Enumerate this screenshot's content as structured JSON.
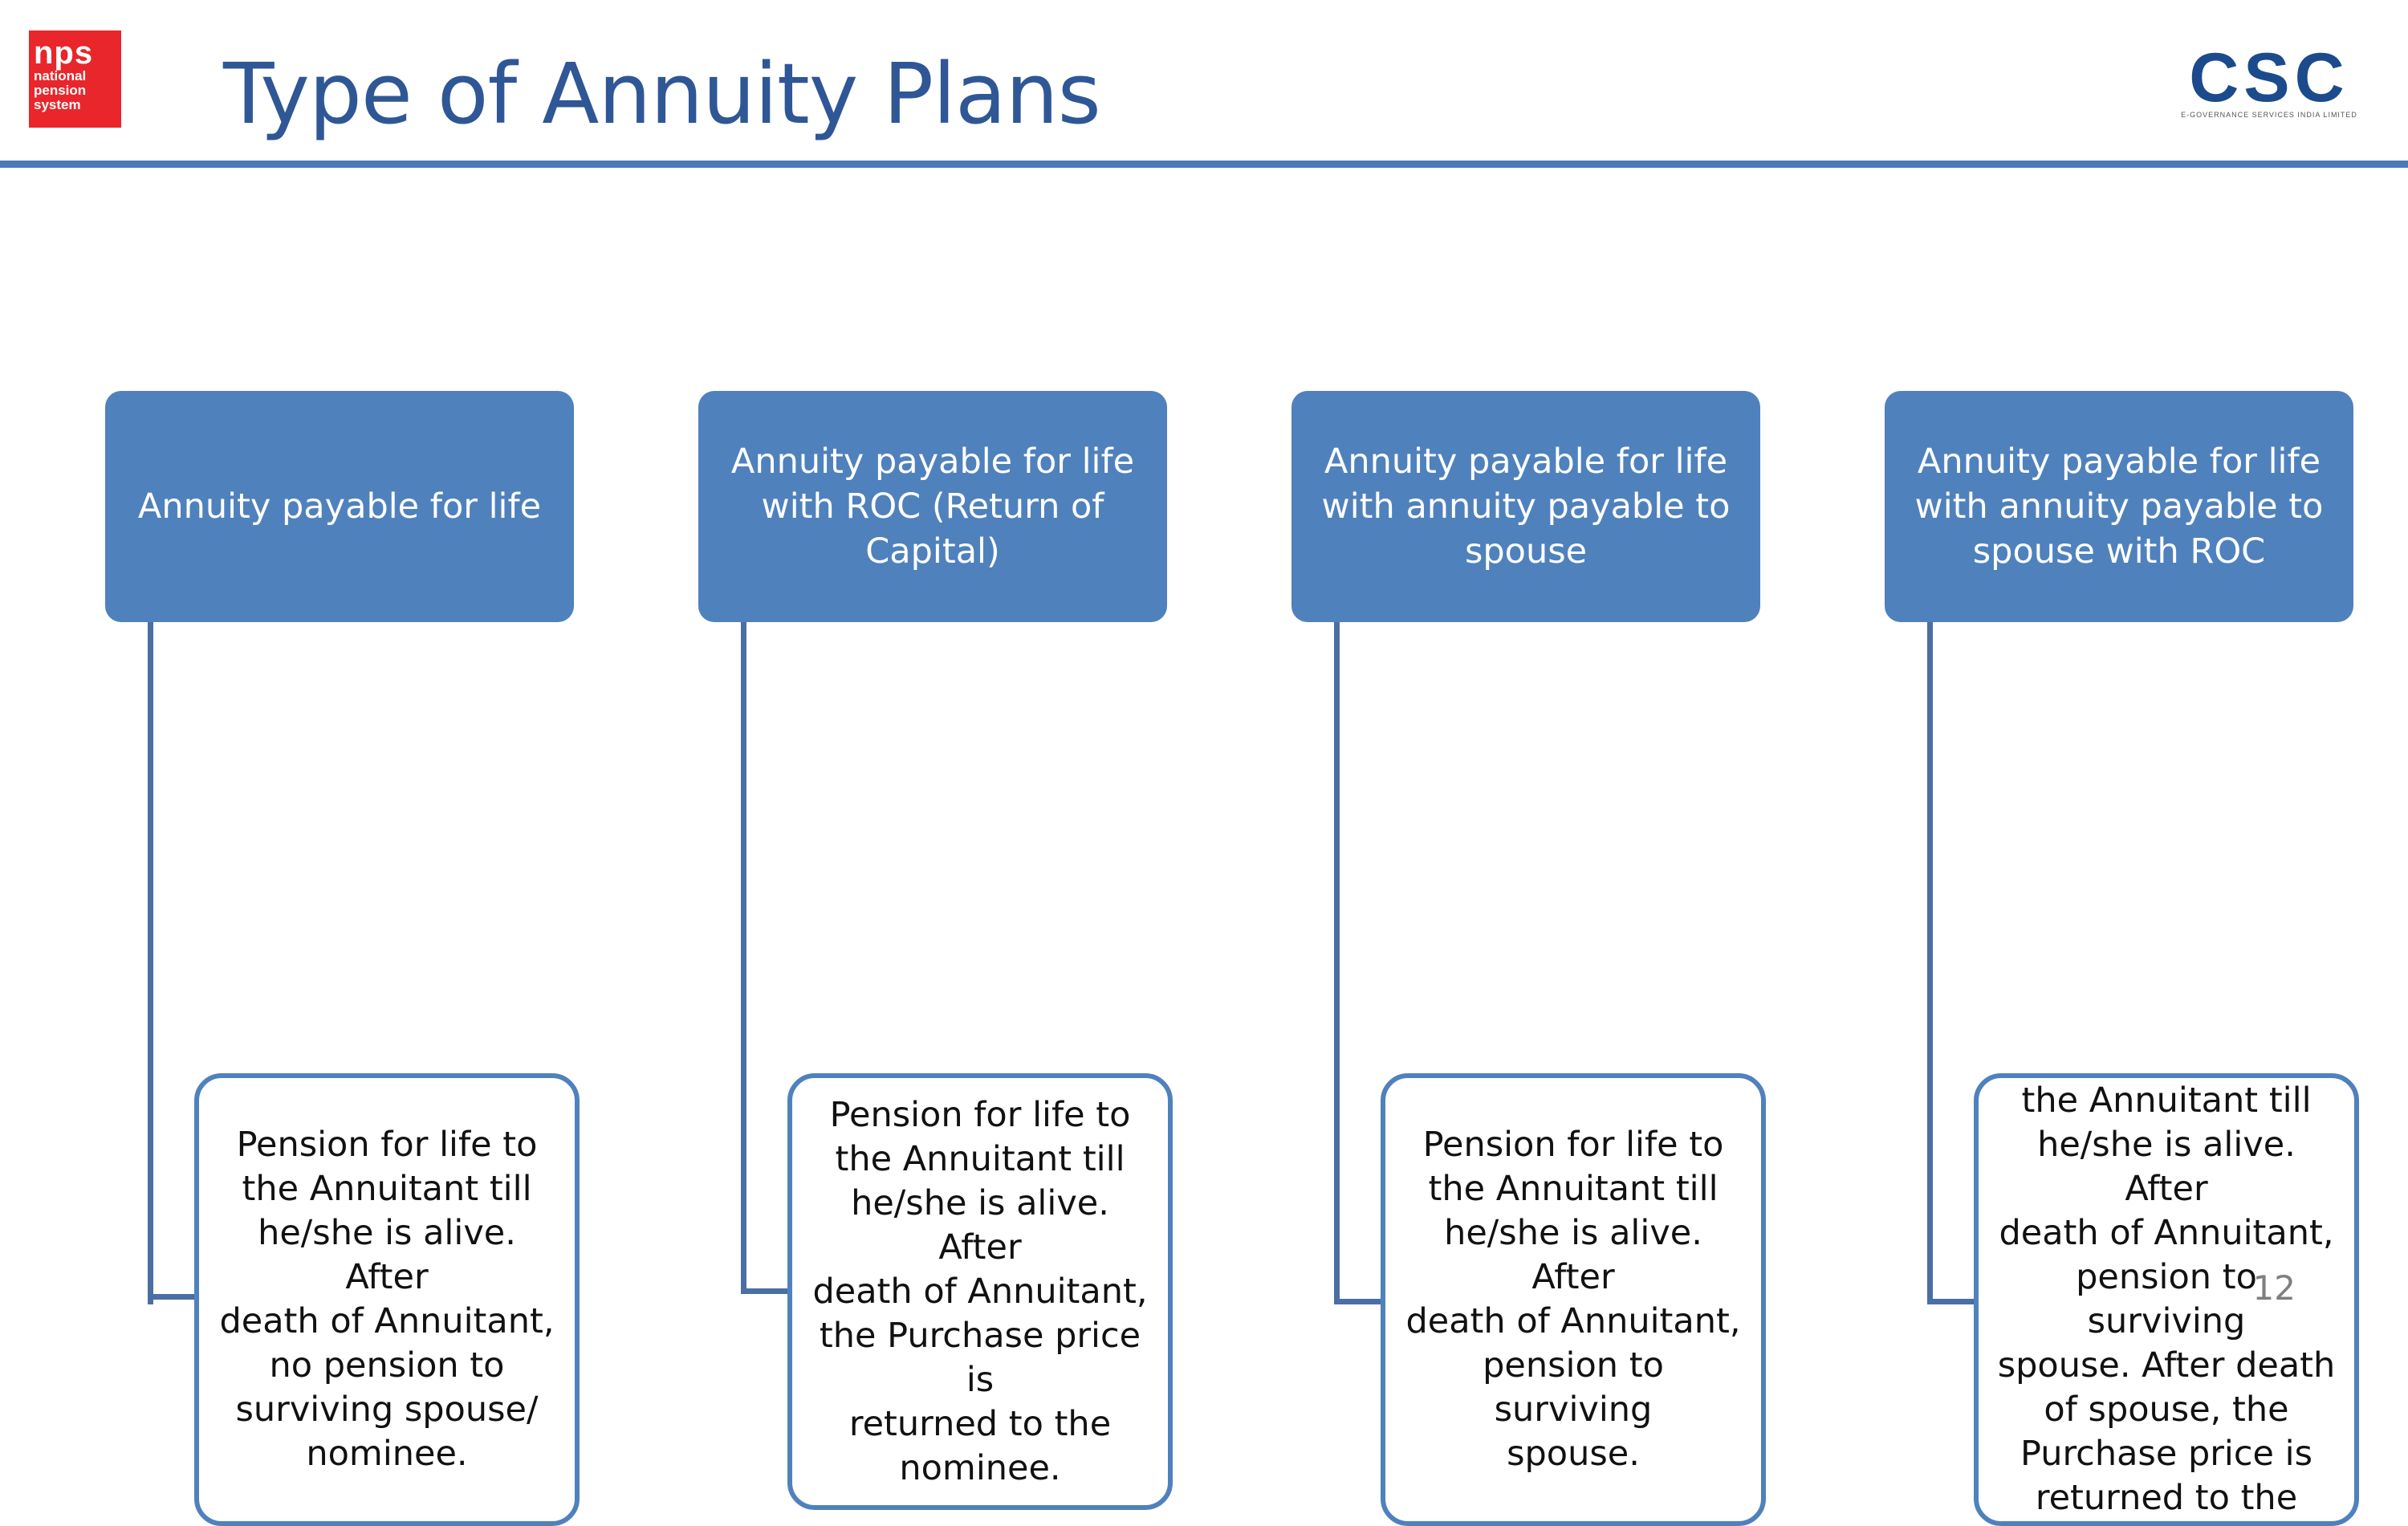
{
  "logos": {
    "nps": {
      "big": "nps",
      "lines": [
        "national",
        "pension",
        "system"
      ]
    },
    "csc": {
      "letters": "CSC",
      "tagline": "E-GOVERNANCE SERVICES INDIA LIMITED"
    }
  },
  "title": "Type of Annuity Plans",
  "colors": {
    "accent": "#4f81bd",
    "title": "#2f5796",
    "rule": "#4a7ab6",
    "nps_red": "#e8262b"
  },
  "columns": [
    {
      "header": "Annuity payable for life",
      "detail": "Pension for life to\nthe Annuitant till\nhe/she is alive. After\ndeath of Annuitant,\nno pension to\nsurviving spouse/\nnominee."
    },
    {
      "header": "Annuity payable for life\nwith ROC (Return of\nCapital)",
      "detail": "Pension for life to\nthe Annuitant till\nhe/she is alive. After\ndeath of Annuitant,\nthe Purchase price is\nreturned to the\nnominee."
    },
    {
      "header": "Annuity payable for life\nwith annuity payable to\nspouse",
      "detail": "Pension for life to\nthe Annuitant till\nhe/she is alive. After\ndeath of Annuitant,\npension to surviving\nspouse."
    },
    {
      "header": "Annuity payable for life\nwith annuity payable to\nspouse with ROC",
      "detail": "Pension for life to\nthe Annuitant till\nhe/she is alive. After\ndeath of Annuitant,\npension to surviving\nspouse. After death\nof spouse, the\nPurchase price is\nreturned to the\nnominee."
    }
  ],
  "page_number": "12"
}
